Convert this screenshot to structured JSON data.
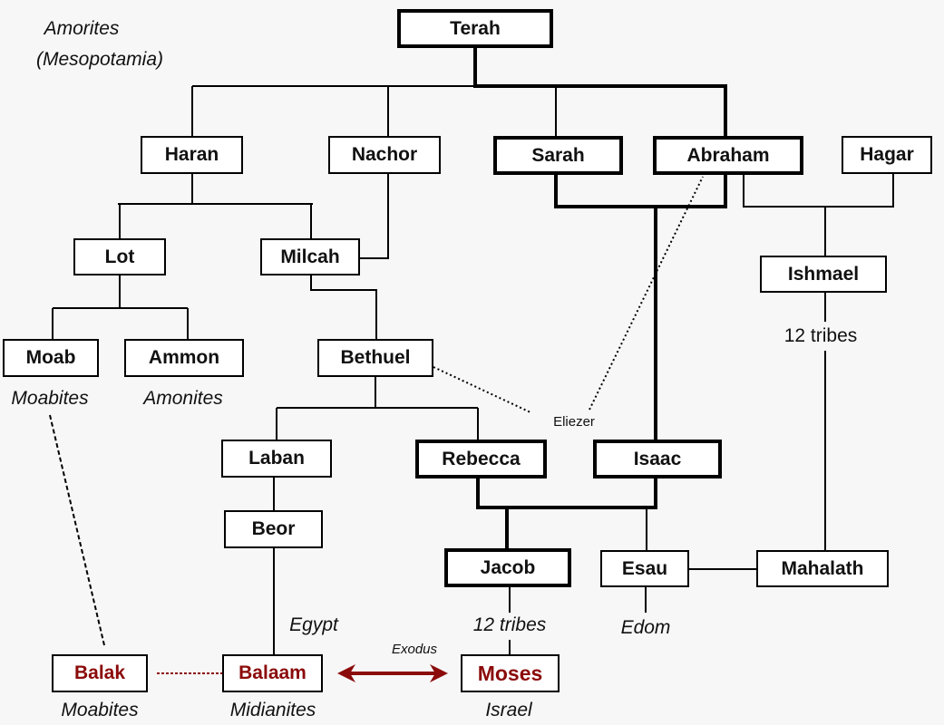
{
  "title_note": {
    "line1": "Amorites",
    "line2": "(Mesopotamia)"
  },
  "people": {
    "terah": "Terah",
    "haran": "Haran",
    "nachor": "Nachor",
    "sarah": "Sarah",
    "abraham": "Abraham",
    "hagar": "Hagar",
    "lot": "Lot",
    "milcah": "Milcah",
    "ishmael": "Ishmael",
    "moab": "Moab",
    "ammon": "Ammon",
    "bethuel": "Bethuel",
    "laban": "Laban",
    "rebecca": "Rebecca",
    "isaac": "Isaac",
    "beor": "Beor",
    "jacob": "Jacob",
    "esau": "Esau",
    "mahalath": "Mahalath",
    "balak": "Balak",
    "balaam": "Balaam",
    "moses": "Moses"
  },
  "labels": {
    "moabites_top": "Moabites",
    "amonites": "Amonites",
    "ishmael_tribes": "12 tribes",
    "eliezer": "Eliezer",
    "egypt": "Egypt",
    "jacob_tribes": "12 tribes",
    "edom": "Edom",
    "exodus": "Exodus",
    "moabites_bottom": "Moabites",
    "midianites": "Midianites",
    "israel": "Israel"
  },
  "colors": {
    "highlight": "#8b0a0a",
    "line": "#000000"
  }
}
